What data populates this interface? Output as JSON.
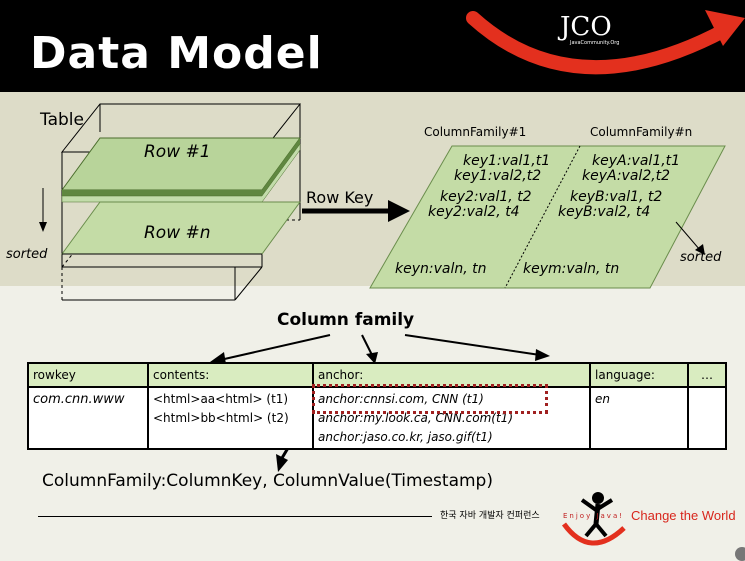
{
  "header": {
    "title": "Data Model",
    "logo_text": "JCO",
    "logo_subtext": "JavaCommunity.Org"
  },
  "left": {
    "table_label": "Table",
    "row1": "Row #1",
    "rown": "Row #n",
    "sorted": "sorted",
    "row_key": "Row Key"
  },
  "right": {
    "cf1_label": "ColumnFamily#1",
    "cfn_label": "ColumnFamily#n",
    "cf1_lines": [
      "key1:val1,t1",
      "key1:val2,t2",
      "key2:val1, t2",
      "key2:val2, t4"
    ],
    "cfn_lines": [
      "keyA:val1,t1",
      "keyA:val2,t2",
      "keyB:val1, t2",
      "keyB:val2, t4"
    ],
    "cf1_last": "keyn:valn, tn",
    "cfn_last": "keym:valn, tn",
    "sorted": "sorted"
  },
  "column_family_title": "Column family",
  "table": {
    "headers": [
      "rowkey",
      "contents:",
      "anchor:",
      "language:",
      "…"
    ],
    "rowkey": "com.cnn.www",
    "contents": [
      "<html>aa<html> (t1)",
      "<html>bb<html> (t2)"
    ],
    "anchor": [
      "anchor:cnnsi.com, CNN (t1)",
      "anchor:my.look.ca, CNN.com(t1)",
      "anchor:jaso.co.kr, jaso.gif(t1)"
    ],
    "language": "en"
  },
  "formula": "ColumnFamily:ColumnKey, ColumnValue(Timestamp)",
  "footer": {
    "korean": "한국 자바 개발자 컨퍼런스",
    "enjoy": "Enjoy Java!",
    "change": "Change the World"
  }
}
